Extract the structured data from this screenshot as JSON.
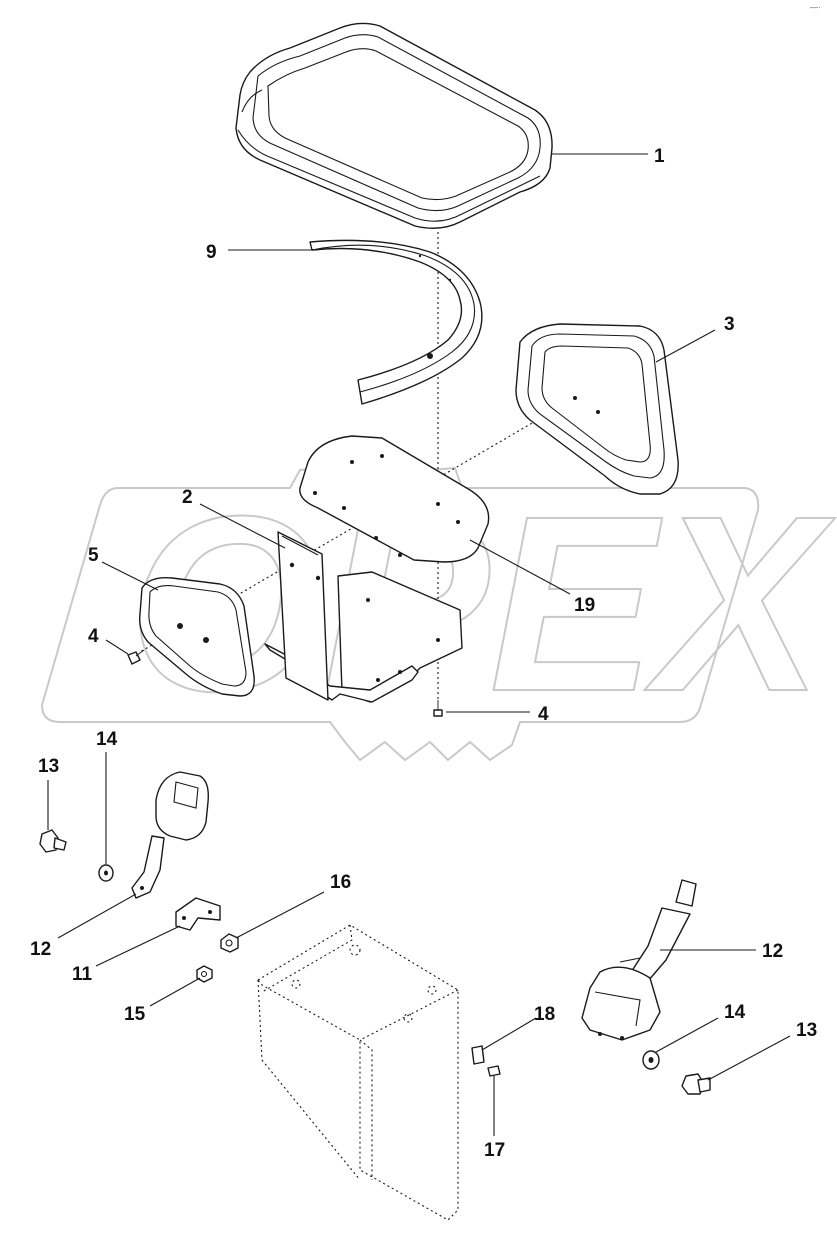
{
  "watermark": {
    "text": "OPEX",
    "color": "#c9c9c9"
  },
  "corner_mark": "—·",
  "callouts": [
    {
      "id": "c1",
      "number": "1",
      "part": "seat cushion"
    },
    {
      "id": "c9",
      "number": "9",
      "part": "seat frame bracket"
    },
    {
      "id": "c3",
      "number": "3",
      "part": "backrest cushion"
    },
    {
      "id": "c2",
      "number": "2",
      "part": "seat support bracket"
    },
    {
      "id": "c19",
      "number": "19",
      "part": "seat plate"
    },
    {
      "id": "c5",
      "number": "5",
      "part": "armrest pad"
    },
    {
      "id": "c4a",
      "number": "4",
      "part": "screw"
    },
    {
      "id": "c4b",
      "number": "4",
      "part": "screw"
    },
    {
      "id": "c13a",
      "number": "13",
      "part": "bolt"
    },
    {
      "id": "c14a",
      "number": "14",
      "part": "washer"
    },
    {
      "id": "c12a",
      "number": "12",
      "part": "seat belt buckle"
    },
    {
      "id": "c11",
      "number": "11",
      "part": "angle bracket"
    },
    {
      "id": "c16",
      "number": "16",
      "part": "nut"
    },
    {
      "id": "c15",
      "number": "15",
      "part": "nut"
    },
    {
      "id": "c12b",
      "number": "12",
      "part": "seat belt retractor"
    },
    {
      "id": "c18",
      "number": "18",
      "part": "clip"
    },
    {
      "id": "c14b",
      "number": "14",
      "part": "washer"
    },
    {
      "id": "c13b",
      "number": "13",
      "part": "bolt"
    },
    {
      "id": "c17",
      "number": "17",
      "part": "screw"
    }
  ]
}
